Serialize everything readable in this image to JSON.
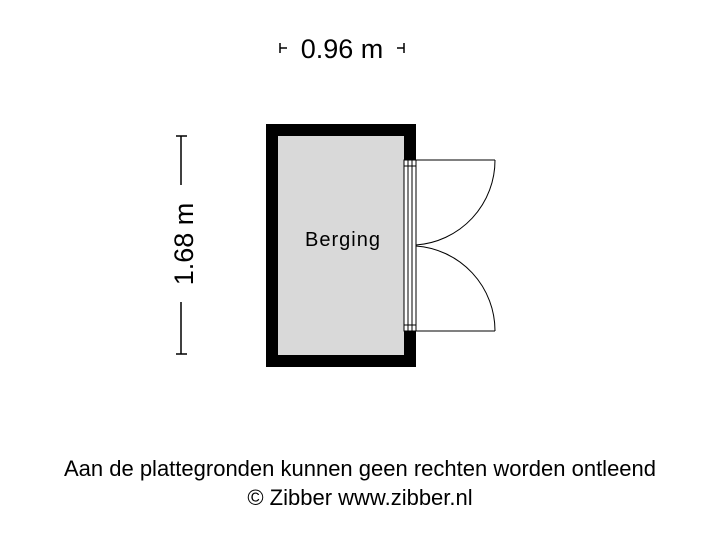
{
  "floorplan": {
    "width_dimension": "0.96 m",
    "height_dimension": "1.68 m",
    "room_label": "Berging",
    "colors": {
      "wall": "#000000",
      "floor": "#d9d9d9",
      "door_line": "#000000"
    }
  },
  "footer": {
    "disclaimer": "Aan de plattegronden kunnen geen rechten worden ontleend",
    "copyright": "© Zibber www.zibber.nl"
  }
}
